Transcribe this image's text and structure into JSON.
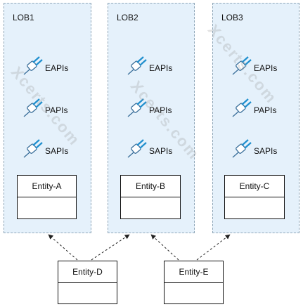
{
  "lobs": [
    {
      "title": "LOB1",
      "apis": [
        "EAPIs",
        "PAPIs",
        "SAPIs"
      ],
      "entity": "Entity-A"
    },
    {
      "title": "LOB2",
      "apis": [
        "EAPIs",
        "PAPIs",
        "SAPIs"
      ],
      "entity": "Entity-B"
    },
    {
      "title": "LOB3",
      "apis": [
        "EAPIs",
        "PAPIs",
        "SAPIs"
      ],
      "entity": "Entity-C"
    }
  ],
  "bottom_entities": [
    "Entity-D",
    "Entity-E"
  ],
  "connectors": [
    {
      "from": "Entity-D",
      "to": "LOB1",
      "style": "dashed-arrow"
    },
    {
      "from": "Entity-D",
      "to": "LOB2",
      "style": "dashed-arrow"
    },
    {
      "from": "Entity-E",
      "to": "LOB2",
      "style": "dashed-arrow"
    },
    {
      "from": "Entity-E",
      "to": "LOB3",
      "style": "dashed-arrow"
    }
  ],
  "watermark": "Xcerts.com",
  "icon": "api-plug-icon",
  "colors": {
    "lob_fill": "#e5f1fb",
    "icon_blue": "#1f8fce",
    "icon_outline": "#3a6f9a"
  }
}
